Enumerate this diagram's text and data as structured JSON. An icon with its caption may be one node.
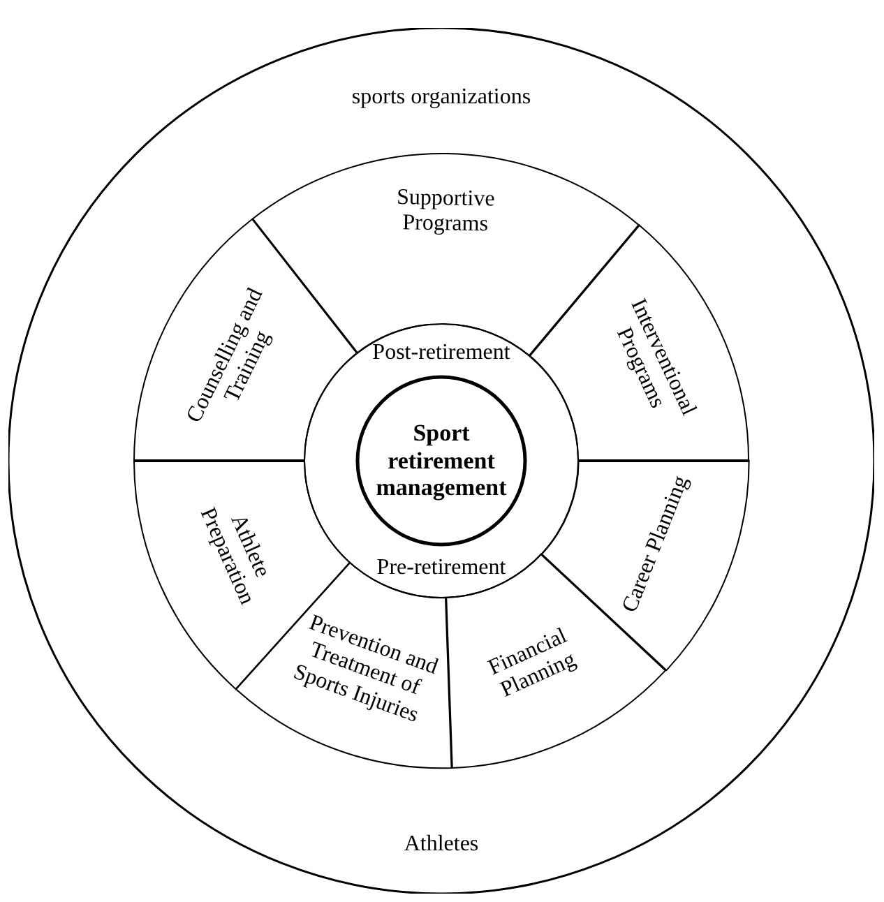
{
  "diagram": {
    "nodes": [
      {
        "text": [
          "sports organizations",
          "Athletes"
        ]
      },
      {
        "text": [
          "Supportive Programs"
        ],
        "in": 0
      },
      {
        "text": [
          "Counselling and Training"
        ],
        "in": 0
      },
      {
        "text": [
          "Interventional Programs"
        ],
        "in": 0
      },
      {
        "text": [
          "Post-retirement",
          "Pre-retirement"
        ],
        "in": 0
      },
      {
        "text": [
          "Sport retirement management"
        ],
        "in": 4
      },
      {
        "text": [
          "Athlete Preparation"
        ],
        "in": 0
      },
      {
        "text": [
          "Career Planning"
        ],
        "in": 0
      },
      {
        "text": [
          "Prevention and Treatment of Sports Injuries"
        ],
        "in": 0
      },
      {
        "text": [
          "Financial Planning"
        ],
        "in": 0
      }
    ]
  }
}
